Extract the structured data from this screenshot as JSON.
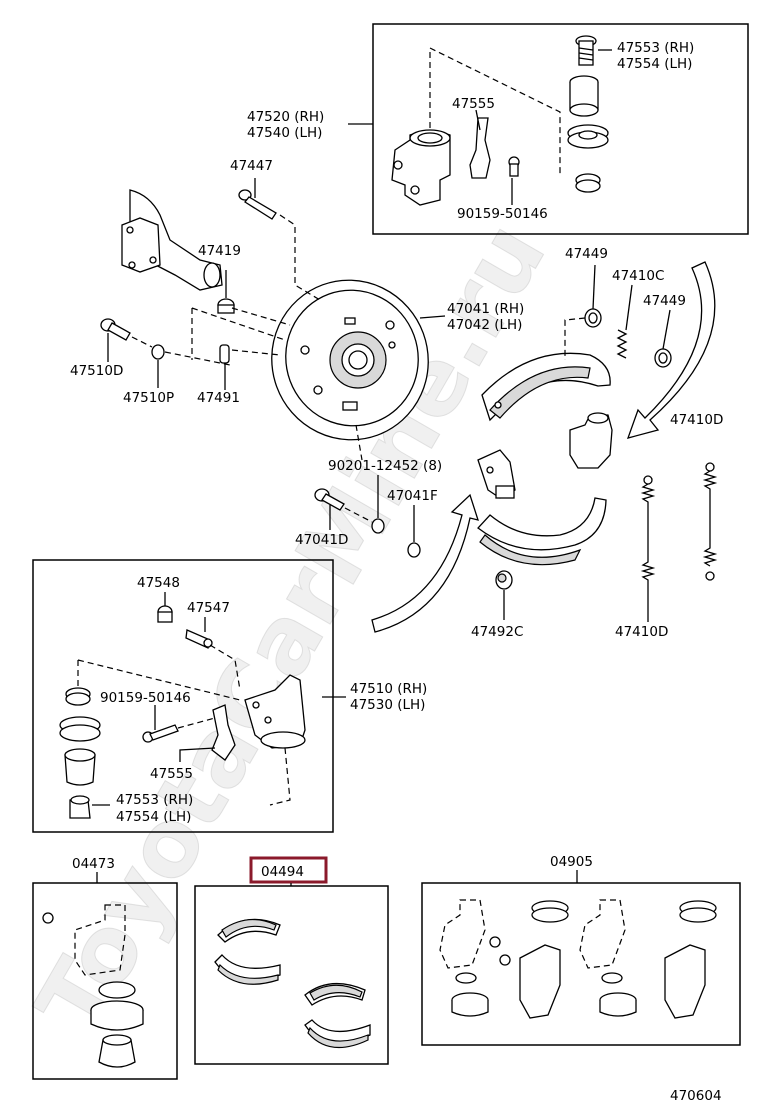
{
  "watermark": "ToyotaCarMine.ru",
  "diagram_number": "470604",
  "highlight_color": "#8b1a2b",
  "labels": {
    "l47553a": "47553 (RH)",
    "l47554a": "47554 (LH)",
    "l47555a": "47555",
    "l47520": "47520 (RH)",
    "l47540": "47540 (LH)",
    "l90159a": "90159-50146",
    "l47447": "47447",
    "l47419": "47419",
    "l47449a": "47449",
    "l47410c": "47410C",
    "l47449b": "47449",
    "l47041": "47041 (RH)",
    "l47042": "47042 (LH)",
    "l47510d": "47510D",
    "l47510p": "47510P",
    "l47491": "47491",
    "l47410d_top": "47410D",
    "l90201": "90201-12452 (8)",
    "l47041f": "47041F",
    "l47041d": "47041D",
    "l47548": "47548",
    "l47547": "47547",
    "l47492c": "47492C",
    "l47410d_bot": "47410D",
    "l90159b": "90159-50146",
    "l47510rh": "47510 (RH)",
    "l47530lh": "47530 (LH)",
    "l47555b": "47555",
    "l47553b": "47553 (RH)",
    "l47554b": "47554 (LH)",
    "l04473": "04473",
    "l04494": "04494",
    "l04905": "04905"
  }
}
